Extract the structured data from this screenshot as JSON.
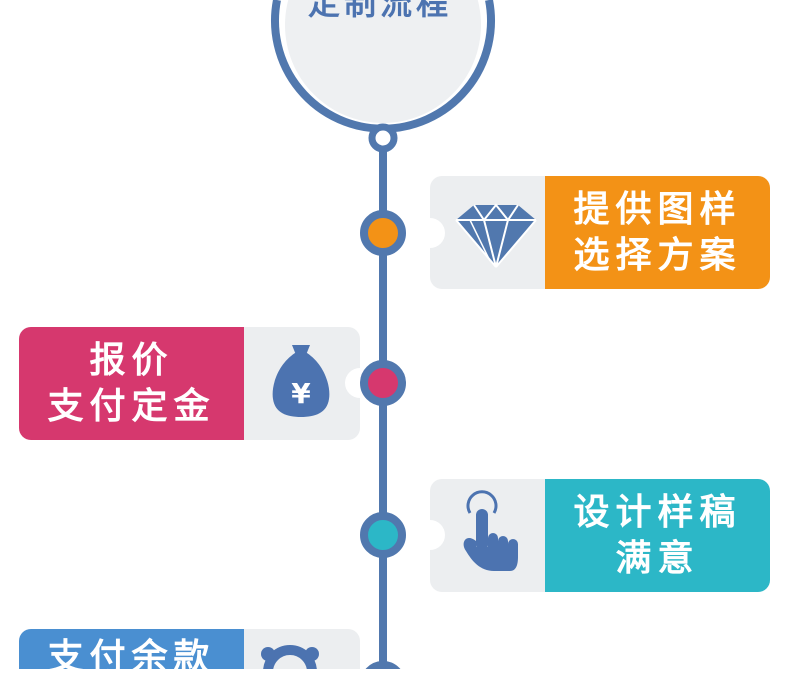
{
  "title": "定制流程",
  "colors": {
    "line": "#5178ae",
    "card_bg": "#eceef0",
    "circle_bg": "#eef0f2",
    "step1": "#f39216",
    "step2": "#d6386e",
    "step3": "#2cb7c7",
    "step4": "#4a8fd1",
    "icon": "#4c73b0"
  },
  "steps": [
    {
      "lines": [
        "提供图样",
        "选择方案"
      ],
      "icon": "diamond-icon"
    },
    {
      "lines": [
        "报价",
        "支付定金"
      ],
      "icon": "money-bag-icon"
    },
    {
      "lines": [
        "设计样稿",
        "满意"
      ],
      "icon": "pointing-hand-icon"
    },
    {
      "lines": [
        "支付余款"
      ],
      "icon": "gear-icon"
    }
  ]
}
